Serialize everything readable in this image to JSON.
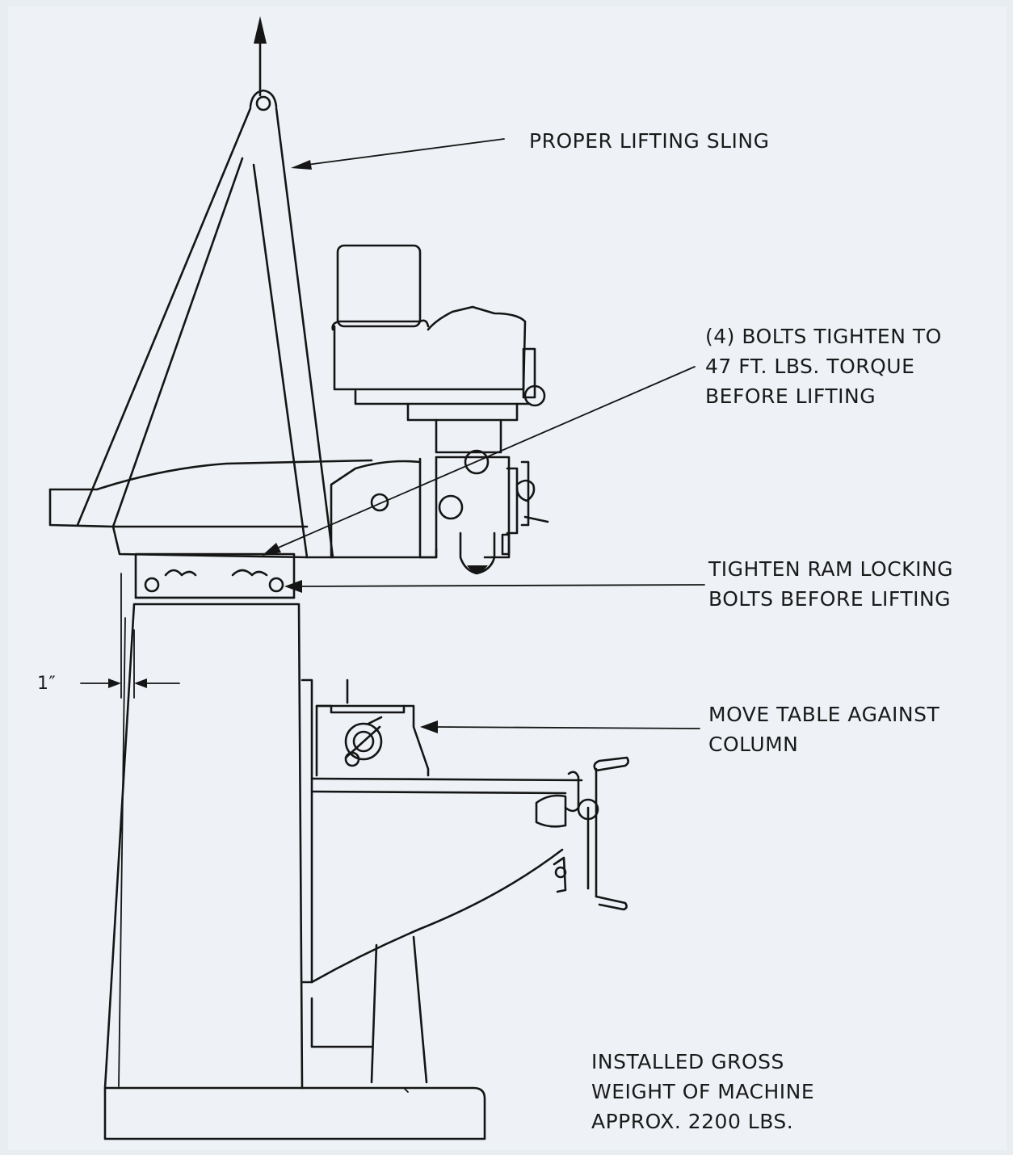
{
  "diagram": {
    "callouts": {
      "sling": {
        "lines": [
          "PROPER LIFTING SLING"
        ]
      },
      "bolts": {
        "lines": [
          "(4) BOLTS TIGHTEN TO",
          "47 FT. LBS. TORQUE",
          "BEFORE LIFTING"
        ]
      },
      "ram": {
        "lines": [
          "TIGHTEN RAM LOCKING",
          "BOLTS BEFORE LIFTING"
        ]
      },
      "table": {
        "lines": [
          "MOVE TABLE AGAINST",
          "COLUMN"
        ]
      },
      "weight": {
        "lines": [
          "INSTALLED  GROSS",
          "WEIGHT OF MACHINE",
          "APPROX. 2200 LBS."
        ]
      }
    },
    "dimension": {
      "label": "1″"
    },
    "colors": {
      "ink": "#151515",
      "paper": "#eef2f6"
    }
  }
}
